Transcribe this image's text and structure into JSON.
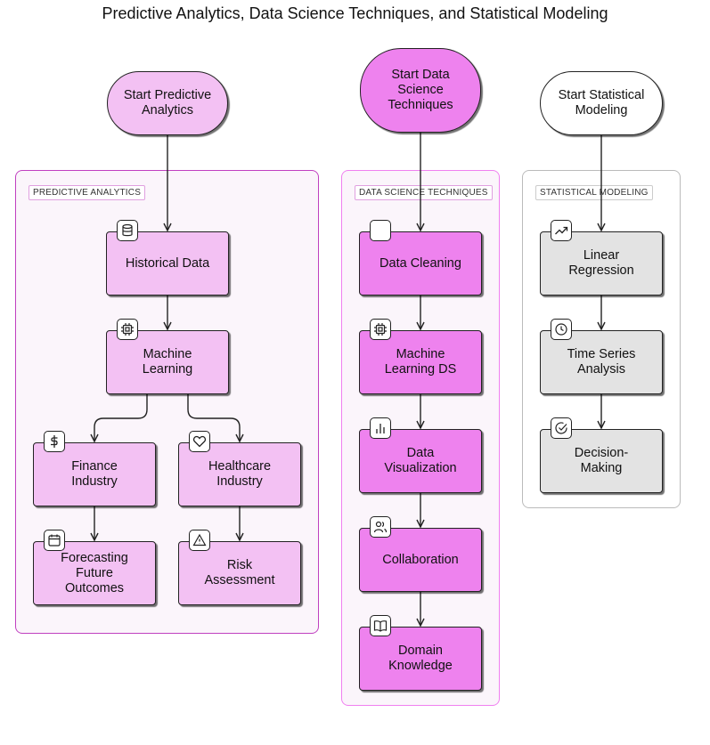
{
  "title": "Predictive Analytics, Data Science Techniques, and Statistical Modeling",
  "colors": {
    "predictive_fill": "#f3c1f3",
    "data_science_fill": "#ee82ee",
    "statistical_fill": "#e3e3e3",
    "predictive_border": "#c040c0",
    "data_science_border": "#e070e0",
    "statistical_border": "#bbbbbb"
  },
  "starts": {
    "predictive": "Start Predictive Analytics",
    "data_science": "Start Data Science Techniques",
    "statistical": "Start Statistical Modeling"
  },
  "clusters": {
    "predictive": "PREDICTIVE ANALYTICS",
    "data_science": "DATA SCIENCE TECHNIQUES",
    "statistical": "STATISTICAL MODELING"
  },
  "nodes": {
    "historical_data": "Historical Data",
    "machine_learning": "Machine Learning",
    "finance_industry": "Finance Industry",
    "healthcare_industry": "Healthcare Industry",
    "forecasting": "Forecasting Future Outcomes",
    "risk_assessment": "Risk Assessment",
    "data_cleaning": "Data Cleaning",
    "machine_learning_ds": "Machine Learning DS",
    "data_visualization": "Data Visualization",
    "collaboration": "Collaboration",
    "domain_knowledge": "Domain Knowledge",
    "linear_regression": "Linear Regression",
    "time_series": "Time Series Analysis",
    "decision_making": "Decision-Making"
  },
  "icons": {
    "historical_data": "database-icon",
    "machine_learning": "cpu-icon",
    "finance_industry": "dollar-icon",
    "healthcare_industry": "heart-icon",
    "forecasting": "calendar-icon",
    "risk_assessment": "warning-icon",
    "data_cleaning": "blank-icon",
    "machine_learning_ds": "cpu-icon",
    "data_visualization": "bar-chart-icon",
    "collaboration": "users-icon",
    "domain_knowledge": "book-icon",
    "linear_regression": "trending-up-icon",
    "time_series": "clock-icon",
    "decision_making": "check-circle-icon"
  }
}
